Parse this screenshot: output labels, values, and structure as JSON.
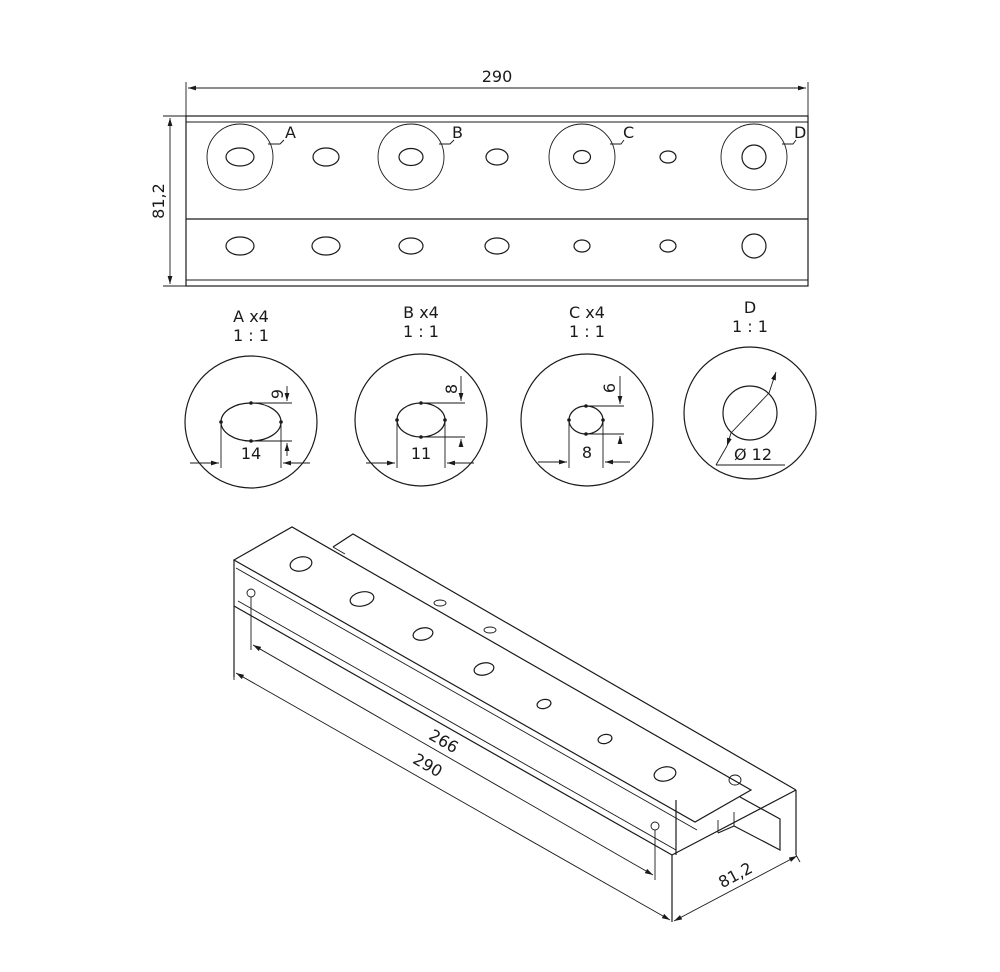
{
  "top_view": {
    "length_dim": "290",
    "height_dim": "81,2",
    "callouts": [
      "A",
      "B",
      "C",
      "D"
    ]
  },
  "details": [
    {
      "title": "A x4",
      "scale": "1 : 1",
      "dim_v": "9",
      "dim_h": "14"
    },
    {
      "title": "B x4",
      "scale": "1 : 1",
      "dim_v": "8",
      "dim_h": "11"
    },
    {
      "title": "C x4",
      "scale": "1 : 1",
      "dim_v": "6",
      "dim_h": "8"
    },
    {
      "title": "D",
      "scale": "1 : 1",
      "dim_dia": "Ø 12"
    }
  ],
  "iso_view": {
    "dim_inner": "266",
    "dim_outer": "290",
    "dim_width": "81,2"
  }
}
